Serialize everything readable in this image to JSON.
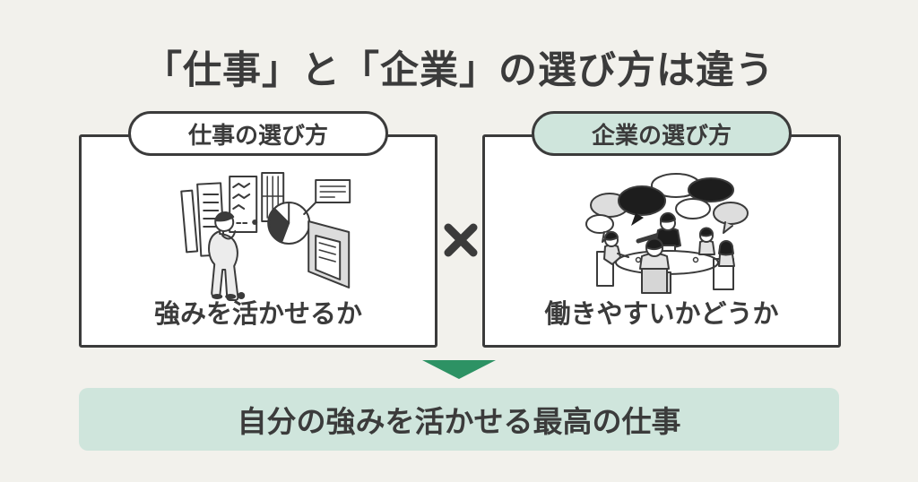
{
  "title": "「仕事」と「企業」の選び方は違う",
  "cards": {
    "left": {
      "tab": "仕事の選び方",
      "caption": "強みを活かせるか",
      "illustration": "person-reviewing-charts"
    },
    "right": {
      "tab": "企業の選び方",
      "caption": "働きやすいかどうか",
      "illustration": "team-meeting-speech-bubbles"
    }
  },
  "connector": {
    "multiply_glyph": "✕"
  },
  "result": {
    "label": "自分の強みを活かせる最高の仕事"
  },
  "colors": {
    "background": "#f2f1ec",
    "accent_green": "#2d9264",
    "light_green": "#cfe5dc",
    "ink": "#3b3b3b",
    "illustration_gray": "#dcdcdc"
  }
}
